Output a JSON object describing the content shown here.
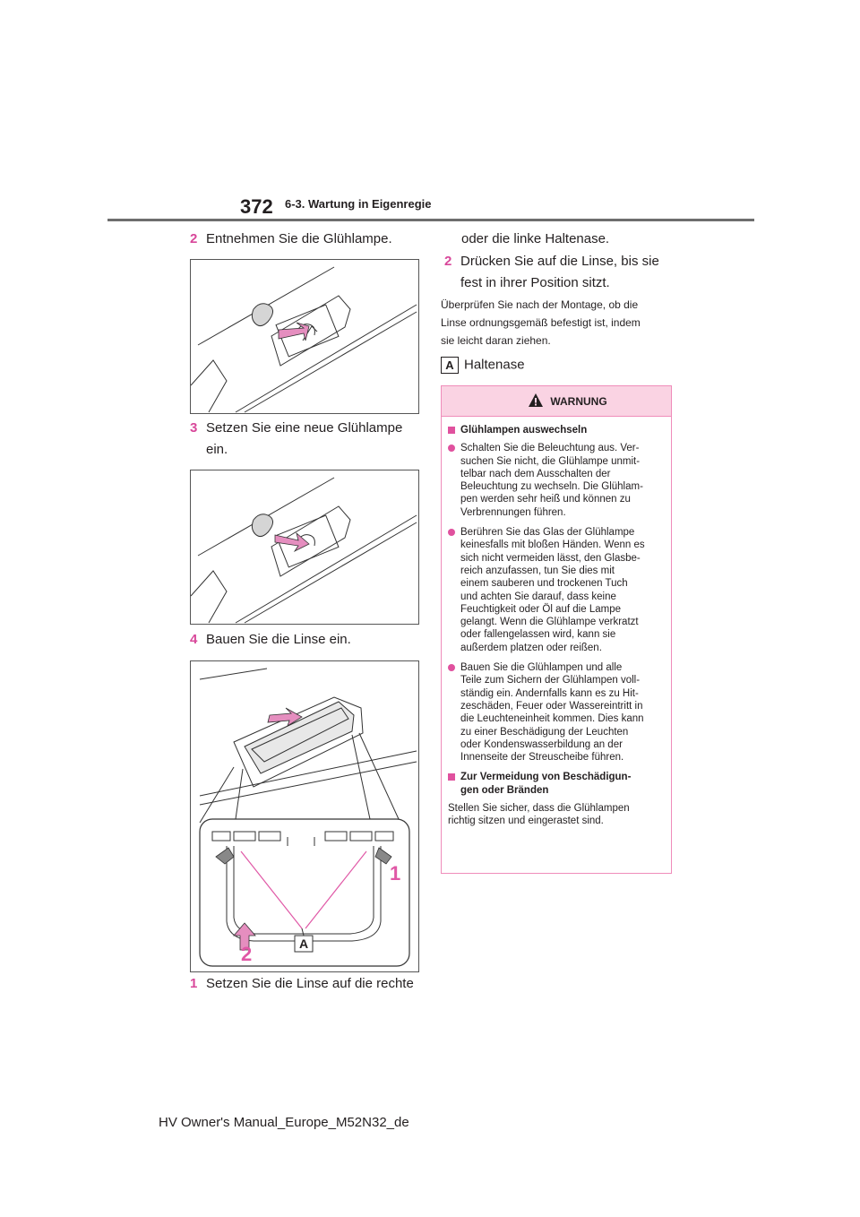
{
  "header": {
    "page_number": "372",
    "section": "6-3. Wartung in Eigenregie"
  },
  "left": {
    "step2": {
      "num": "2",
      "text": "Entnehmen Sie die Glühlampe."
    },
    "step3": {
      "num": "3",
      "text": "Setzen Sie eine neue Glühlampe",
      "text2": "ein."
    },
    "step4": {
      "num": "4",
      "text": "Bauen Sie die Linse ein."
    },
    "step1": {
      "num": "1",
      "text": "Setzen Sie die Linse auf die rechte"
    },
    "figure3": {
      "label_1": "1",
      "label_2": "2",
      "label_a": "A"
    }
  },
  "right": {
    "cont": "oder die linke Haltenase.",
    "step2": {
      "num": "2",
      "text": "Drücken Sie auf die Linse, bis sie",
      "text2": "fest in ihrer Position sitzt."
    },
    "note": [
      "Überprüfen Sie nach der Montage, ob die",
      "Linse ordnungsgemäß befestigt ist, indem",
      "sie leicht daran ziehen."
    ],
    "legend": {
      "badge": "A",
      "text": "Haltenase"
    }
  },
  "warning": {
    "title": "WARNUNG",
    "heading1": "Glühlampen auswechseln",
    "bullets": [
      [
        "Schalten Sie die Beleuchtung aus. Ver-",
        "suchen Sie nicht, die Glühlampe unmit-",
        "telbar nach dem Ausschalten der",
        "Beleuchtung zu wechseln. Die Glühlam-",
        "pen werden sehr heiß und können zu",
        "Verbrennungen führen."
      ],
      [
        "Berühren Sie das Glas der Glühlampe",
        "keinesfalls mit bloßen Händen. Wenn es",
        "sich nicht vermeiden lässt, den Glasbe-",
        "reich anzufassen, tun Sie dies mit",
        "einem sauberen und trockenen Tuch",
        "und achten Sie darauf, dass keine",
        "Feuchtigkeit oder Öl auf die Lampe",
        "gelangt. Wenn die Glühlampe verkratzt",
        "oder fallengelassen wird, kann sie",
        "außerdem platzen oder reißen."
      ],
      [
        "Bauen Sie die Glühlampen und alle",
        "Teile zum Sichern der Glühlampen voll-",
        "ständig ein. Andernfalls kann es zu Hit-",
        "zeschäden, Feuer oder Wassereintritt in",
        "die Leuchteneinheit kommen. Dies kann",
        "zu einer Beschädigung der Leuchten",
        "oder Kondenswasserbildung an der",
        "Innenseite der Streuscheibe führen."
      ]
    ],
    "heading2": [
      "Zur Vermeidung von Beschädigun-",
      "gen oder Bränden"
    ],
    "para": [
      "Stellen Sie sicher, dass die Glühlampen",
      "richtig sitzen und eingerastet sind."
    ]
  },
  "footer": "HV Owner's Manual_Europe_M52N32_de",
  "colors": {
    "accent": "#d8479a",
    "warning_bg": "#fad3e3",
    "warning_border": "#ef8cba",
    "rule": "#6e6e6e"
  }
}
